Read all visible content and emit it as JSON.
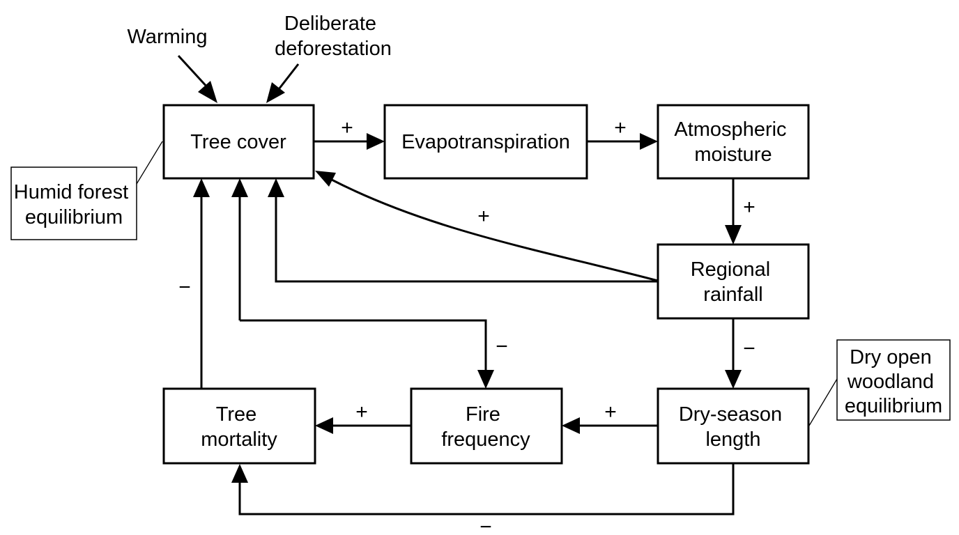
{
  "drivers": {
    "warming": "Warming",
    "deforestation": [
      "Deliberate",
      "deforestation"
    ]
  },
  "nodes": {
    "tree_cover": [
      "Tree cover"
    ],
    "evapotranspiration": [
      "Evapotranspiration"
    ],
    "atmospheric_moisture": [
      "Atmospheric",
      "moisture"
    ],
    "regional_rainfall": [
      "Regional",
      "rainfall"
    ],
    "dry_season_length": [
      "Dry-season",
      "length"
    ],
    "fire_frequency": [
      "Fire",
      "frequency"
    ],
    "tree_mortality": [
      "Tree",
      "mortality"
    ]
  },
  "callouts": {
    "humid": [
      "Humid forest",
      "equilibrium"
    ],
    "dry": [
      "Dry open",
      "woodland",
      "equilibrium"
    ]
  },
  "signs": {
    "tree_to_evap": "+",
    "evap_to_moist": "+",
    "moist_to_rain": "+",
    "rain_to_tree_curve": "+",
    "rain_to_dry": "−",
    "tree_to_fire": "−",
    "dry_to_fire": "+",
    "fire_to_mort": "+",
    "mort_to_tree": "−",
    "dry_to_mort": "−"
  }
}
